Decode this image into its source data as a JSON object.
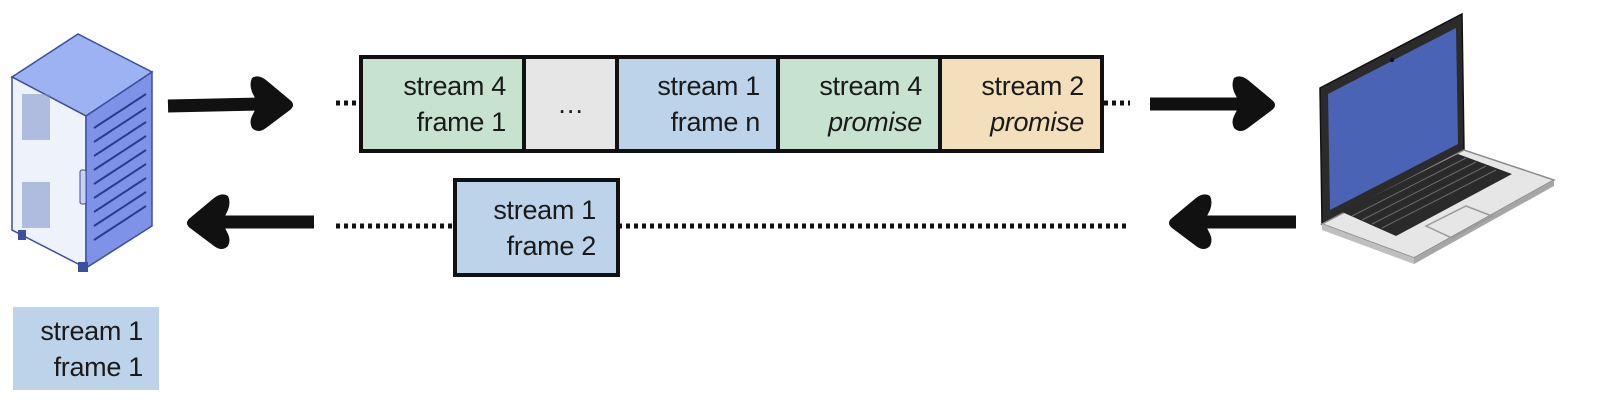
{
  "colors": {
    "stream4": "#c7e3cf",
    "stream1": "#bdd3ea",
    "stream2": "#f4dfbd",
    "gap": "#e6e6e6",
    "server_body": "#eef2fb",
    "server_side": "#7e93e8",
    "laptop_screen": "#4a63b5",
    "laptop_body": "#e6e6e6"
  },
  "outgoing_frames": [
    {
      "line1": "stream 4",
      "line2": "frame 1",
      "italic": false,
      "color_key": "stream4"
    },
    {
      "line1": "…",
      "line2": "",
      "italic": false,
      "color_key": "gap"
    },
    {
      "line1": "stream 1",
      "line2": "frame n",
      "italic": false,
      "color_key": "stream1"
    },
    {
      "line1": "stream 4",
      "line2": "promise",
      "italic": true,
      "color_key": "stream4"
    },
    {
      "line1": "stream 2",
      "line2": "promise",
      "italic": true,
      "color_key": "stream2"
    }
  ],
  "incoming_frame": {
    "line1": "stream 1",
    "line2": "frame 2"
  },
  "queued_frame": {
    "line1": "stream 1",
    "line2": "frame 1"
  },
  "icons": {
    "server": "server-rack-icon",
    "laptop": "laptop-icon"
  }
}
